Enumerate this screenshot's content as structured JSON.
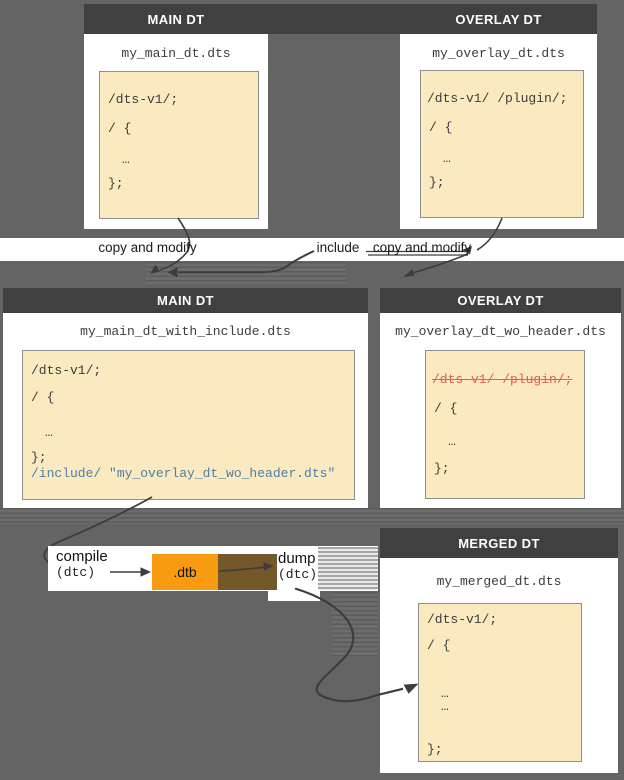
{
  "colors": {
    "background": "#646464",
    "header_bg": "#404040",
    "card_bg": "#ffffff",
    "code_bg": "#fbe9c0",
    "code_text": "#3d3d3d",
    "include_blue": "#4d80a6",
    "strikethrough_red": "#dd6254",
    "dtb_orange": "#f89b10",
    "shadow_brown": "#73582c",
    "arrow": "#3d3d3d"
  },
  "top_row": {
    "main_card": {
      "header": "MAIN DT",
      "filename": "my_main_dt.dts",
      "code": [
        "/dts-v1/;",
        "/ {",
        "…",
        "};"
      ]
    },
    "overlay_card": {
      "header": "OVERLAY DT",
      "filename": "my_overlay_dt.dts",
      "code": [
        "/dts-v1/ /plugin/;",
        "/ {",
        "…",
        "};"
      ]
    }
  },
  "connector_labels": {
    "copy_left": "copy and modify",
    "include": "include",
    "copy_right": "copy and modify"
  },
  "middle_row": {
    "main_card": {
      "header": "MAIN DT",
      "filename": "my_main_dt_with_include.dts",
      "code": [
        "/dts-v1/;",
        "/ {",
        "…",
        "};",
        "/include/ \"my_overlay_dt_wo_header.dts\""
      ]
    },
    "overlay_card": {
      "header": "OVERLAY DT",
      "filename": "my_overlay_dt_wo_header.dts",
      "code": [
        "/dts-v1/ /plugin/;",
        "/ {",
        "…",
        "};"
      ]
    }
  },
  "pipeline": {
    "compile_label": "compile",
    "compile_tool": "(dtc)",
    "dtb_box": ".dtb",
    "dump_label": "dump",
    "dump_tool": "(dtc)"
  },
  "merged_card": {
    "header": "MERGED DT",
    "filename": "my_merged_dt.dts",
    "code": [
      "/dts-v1/;",
      "/ {",
      "…",
      "…",
      "};"
    ]
  }
}
